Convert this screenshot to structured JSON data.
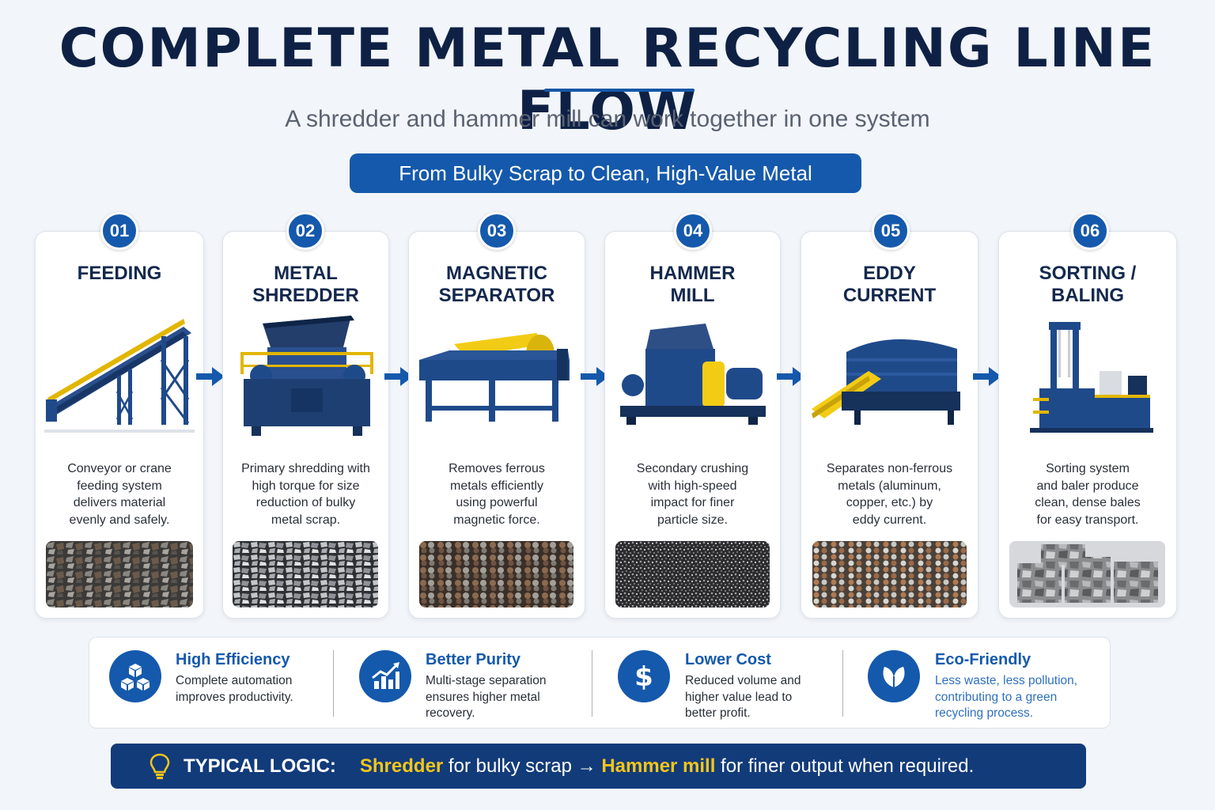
{
  "header": {
    "title": "COMPLETE METAL RECYCLING LINE FLOW",
    "subtitle": "A shredder and hammer mill can work together in one system",
    "banner": "From Bulky Scrap to Clean, High-Value Metal"
  },
  "steps": [
    {
      "num": "01",
      "title": "FEEDING",
      "icon": "conveyor-icon",
      "desc": [
        "Conveyor or crane",
        "feeding system",
        "delivers material",
        "evenly and safely."
      ]
    },
    {
      "num": "02",
      "title": "METAL\nSHREDDER",
      "icon": "shredder-icon",
      "desc": [
        "Primary shredding with",
        "high torque for size",
        "reduction of bulky",
        "metal scrap."
      ]
    },
    {
      "num": "03",
      "title": "MAGNETIC\nSEPARATOR",
      "icon": "magnetic-separator-icon",
      "desc": [
        "Removes ferrous",
        "metals efficiently",
        "using powerful",
        "magnetic force."
      ]
    },
    {
      "num": "04",
      "title": "HAMMER\nMILL",
      "icon": "hammer-mill-icon",
      "desc": [
        "Secondary crushing",
        "with high-speed",
        "impact for finer",
        "particle size."
      ]
    },
    {
      "num": "05",
      "title": "EDDY\nCURRENT",
      "icon": "eddy-current-icon",
      "desc": [
        "Separates non-ferrous",
        "metals (aluminum,",
        "copper, etc.) by",
        "eddy current."
      ]
    },
    {
      "num": "06",
      "title": "SORTING /\nBALING",
      "icon": "baler-icon",
      "desc": [
        "Sorting system",
        "and baler produce",
        "clean, dense bales",
        "for easy transport."
      ]
    }
  ],
  "benefits": [
    {
      "title": "High Efficiency",
      "text": "Complete automation\nimproves productivity.",
      "icon": "cubes-icon"
    },
    {
      "title": "Better Purity",
      "text": "Multi-stage separation\nensures higher metal\nrecovery.",
      "icon": "growth-chart-icon"
    },
    {
      "title": "Lower Cost",
      "text": "Reduced volume and\nhigher value lead to\nbetter profit.",
      "icon": "dollar-icon"
    },
    {
      "title": "Eco-Friendly",
      "text": "Less waste, less pollution,\ncontributing to a green\nrecycling process.",
      "icon": "leaf-icon"
    }
  ],
  "logic": {
    "label": "TYPICAL LOGIC:",
    "part1": "Shredder",
    "part2": " for bulky scrap → ",
    "part3": "Hammer mill",
    "part4": " for finer output when required.",
    "icon": "lightbulb-icon"
  },
  "colors": {
    "primary": "#1559ac",
    "navy": "#123b7a",
    "accent_yellow": "#f5c519",
    "machine_blue": "#1f4a8a"
  }
}
